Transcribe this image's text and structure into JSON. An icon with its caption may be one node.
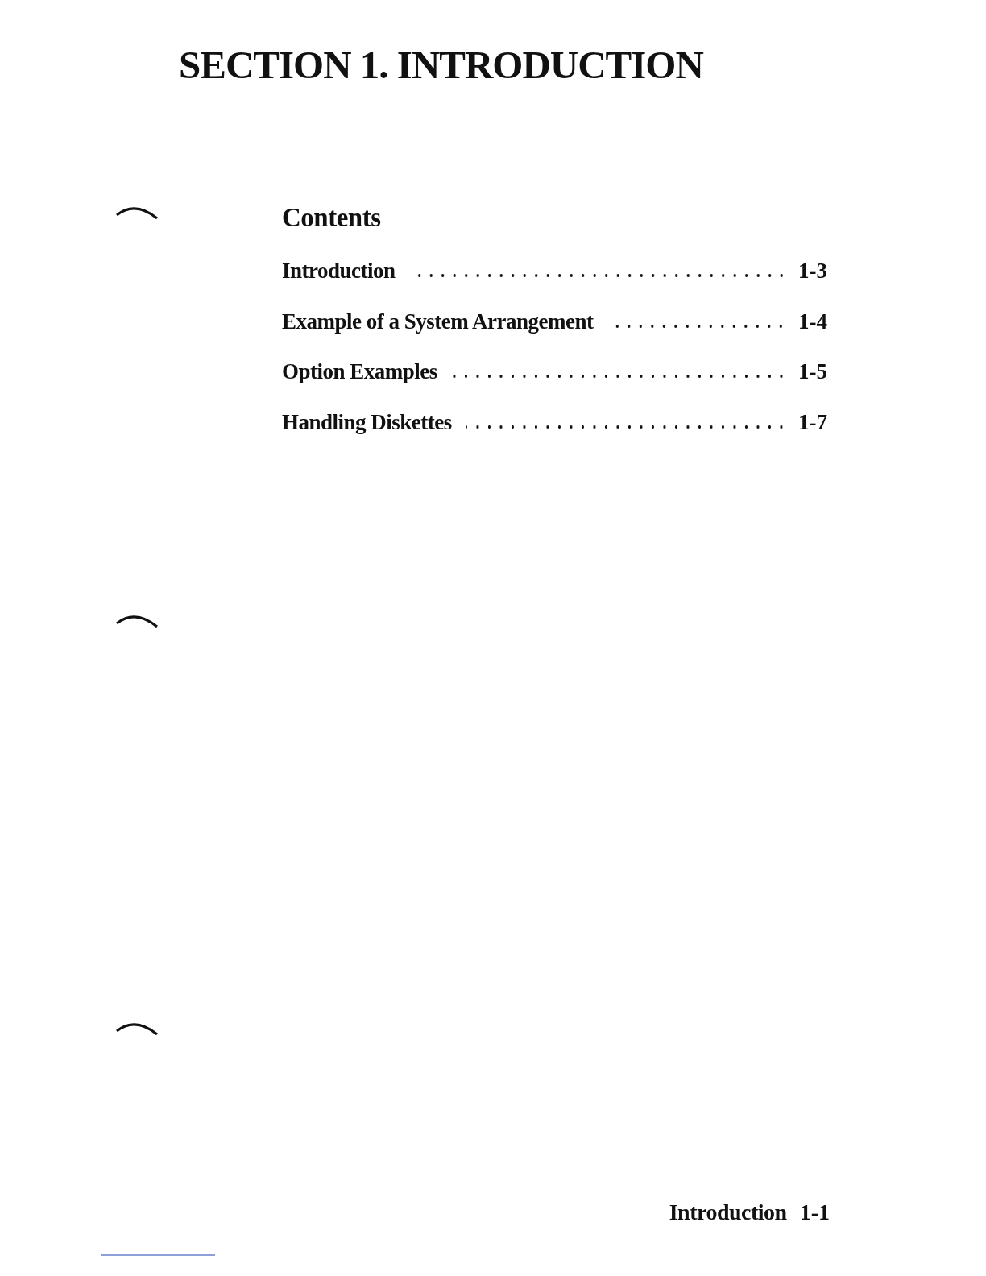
{
  "diagram": {
    "title": "SECTION 1. INTRODUCTION",
    "labels": [
      "Contents",
      "Introduction",
      "1-3",
      "Example of a System Arrangement",
      "1-4",
      "Option Examples",
      "1-5",
      "Handling Diskettes",
      "1-7",
      "Introduction",
      "1-1"
    ]
  }
}
